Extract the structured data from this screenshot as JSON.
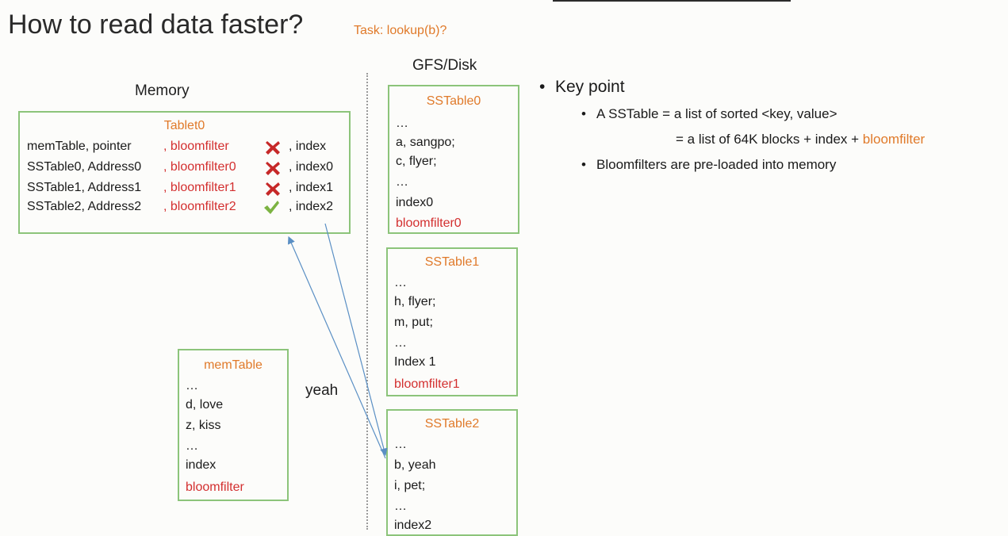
{
  "slide": {
    "title": "How to read data faster?",
    "task": "Task: lookup(b)?"
  },
  "memory": {
    "label": "Memory",
    "tablet": {
      "title": "Tablet0",
      "rows": [
        {
          "ref": "memTable, pointer",
          "filter": ", bloomfilter",
          "index": ", index",
          "result": "cross"
        },
        {
          "ref": "SSTable0, Address0",
          "filter": ", bloomfilter0",
          "index": ", index0",
          "result": "cross"
        },
        {
          "ref": "SSTable1, Address1",
          "filter": ", bloomfilter1",
          "index": ", index1",
          "result": "cross"
        },
        {
          "ref": "SSTable2, Address2",
          "filter": ", bloomfilter2",
          "index": ", index2",
          "result": "check"
        }
      ]
    },
    "memtable": {
      "title": "memTable",
      "lines": [
        "…",
        "d, love",
        "z, kiss",
        "…",
        "index"
      ],
      "filter": "bloomfilter"
    }
  },
  "disk": {
    "label": "GFS/Disk",
    "sstables": [
      {
        "title": "SSTable0",
        "lines": [
          "…",
          "a, sangpo;",
          "c, flyer;",
          "…",
          "index0"
        ],
        "filter": "bloomfilter0"
      },
      {
        "title": "SSTable1",
        "lines": [
          "…",
          "h, flyer;",
          "m, put;",
          "…",
          "Index 1"
        ],
        "filter": "bloomfilter1"
      },
      {
        "title": "SSTable2",
        "lines": [
          "…",
          "b, yeah",
          "i, pet;",
          "…",
          "index2"
        ]
      }
    ]
  },
  "annotation": "yeah",
  "keypoints": {
    "heading": "Key point",
    "item1_line1": "A SSTable = a list of sorted <key, value>",
    "item1_line2_prefix": "= a list of 64K blocks + index + ",
    "item1_line2_highlight": "bloomfilter",
    "item2": "Bloomfilters are pre-loaded into memory"
  },
  "colors": {
    "accent_orange": "#e07a2a",
    "bloom_red": "#d32f2f",
    "box_border_green": "#8cc47a",
    "cross_red": "#c62828",
    "check_green": "#7cb342",
    "arrow_blue": "#5a8fc4"
  }
}
